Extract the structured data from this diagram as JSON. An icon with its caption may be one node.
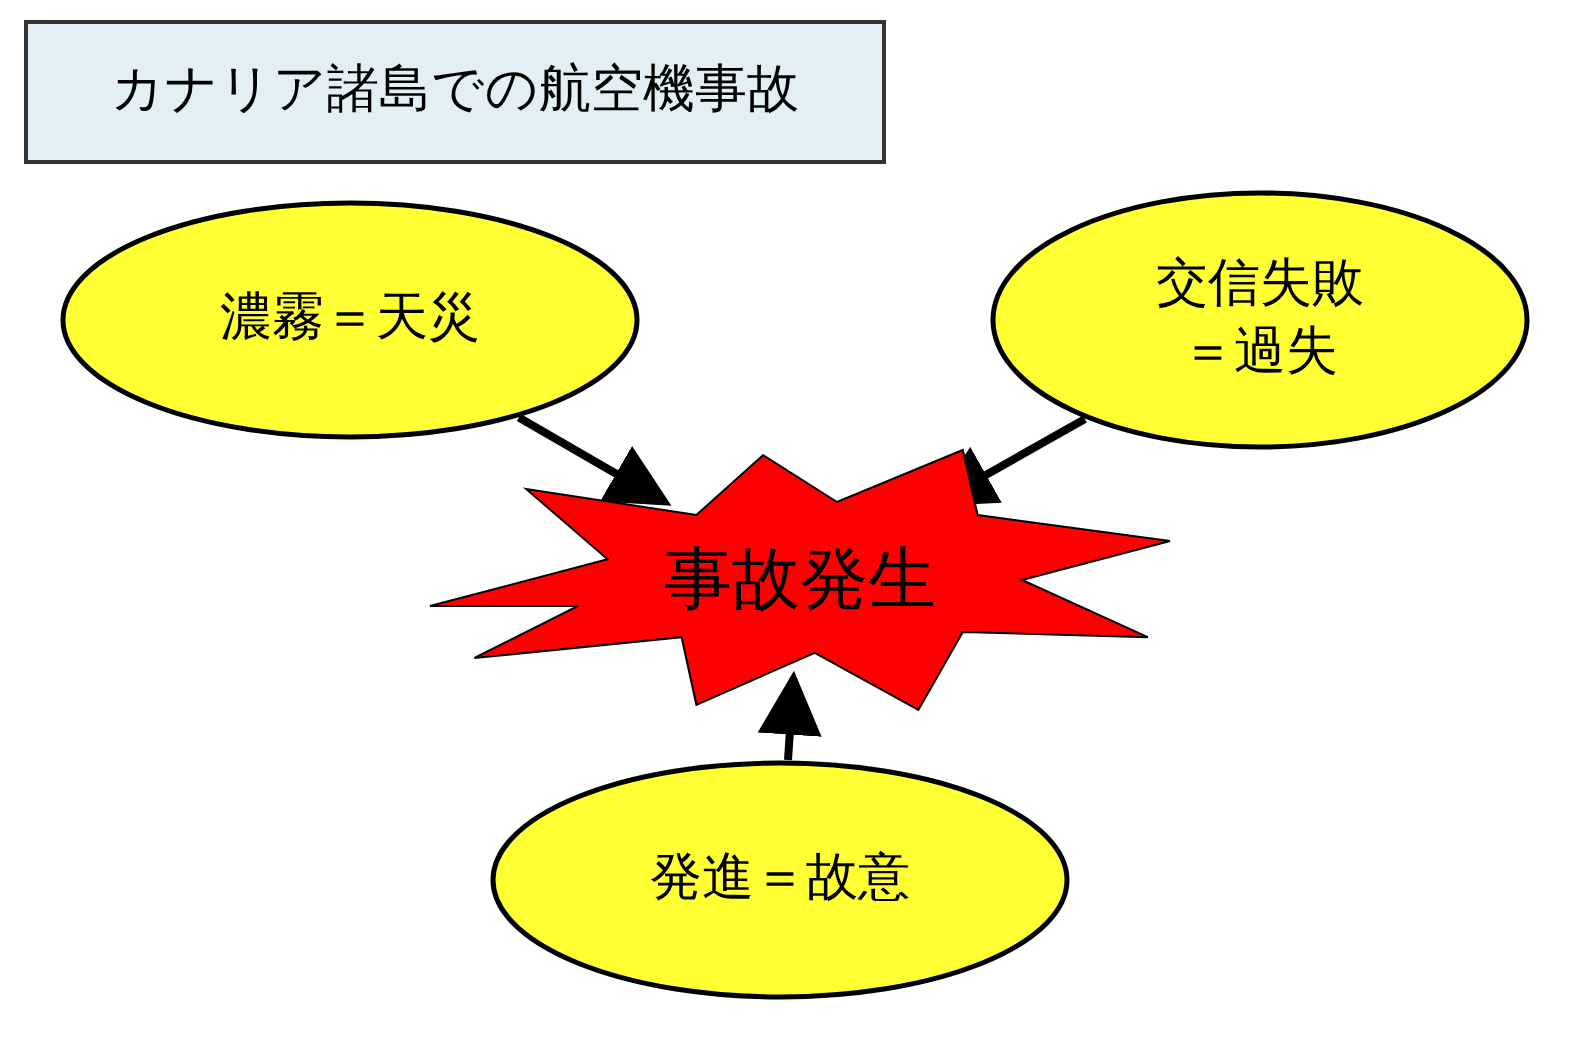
{
  "diagram": {
    "nodes": [
      {
        "text": [
          "カナリア諸島での航空機事故"
        ]
      },
      {
        "text": [
          "濃霧＝天災"
        ]
      },
      {
        "text": [
          "交信失敗＝過失"
        ]
      },
      {
        "text": [
          "事故発生"
        ]
      },
      {
        "text": [
          "発進＝故意"
        ]
      }
    ],
    "edges": [
      {
        "from": 1,
        "to": 3,
        "arrow": "to"
      },
      {
        "from": 2,
        "to": 3,
        "arrow": "to"
      },
      {
        "from": 4,
        "to": 3,
        "arrow": "to"
      }
    ]
  }
}
